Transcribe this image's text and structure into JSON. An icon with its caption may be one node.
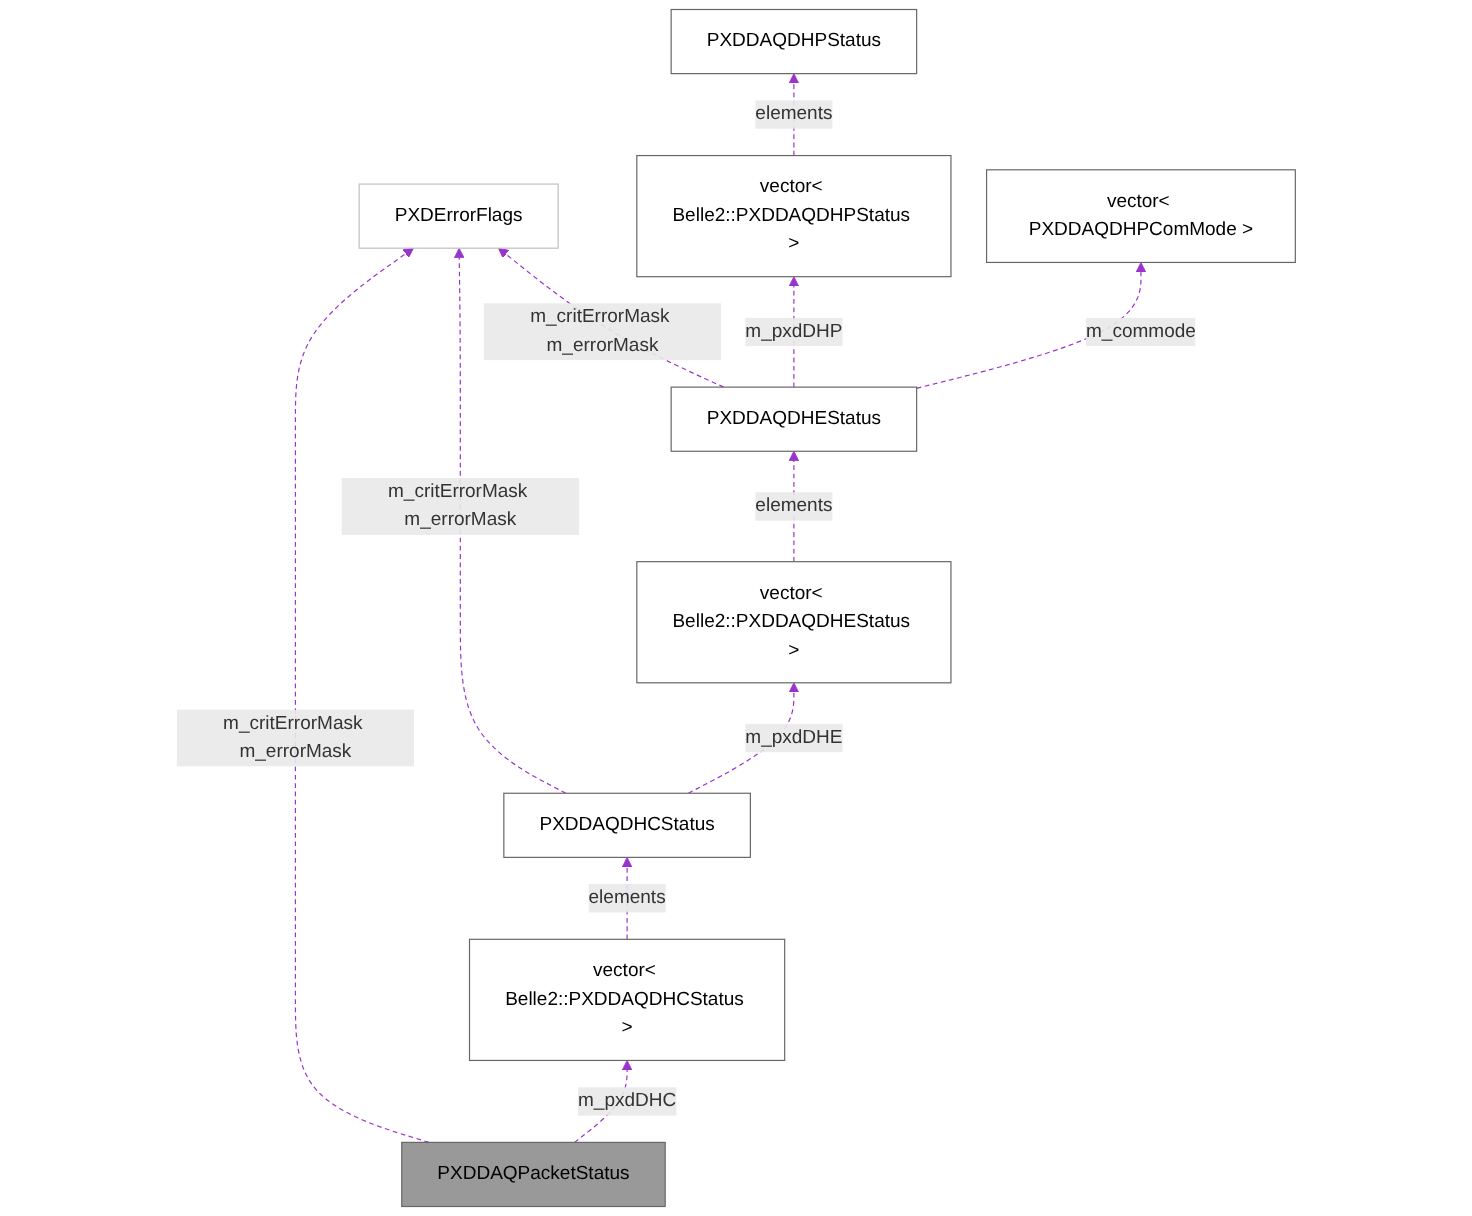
{
  "diagram": {
    "nodes": [
      {
        "text": [
          "PXDDAQDHPStatus"
        ]
      },
      {
        "text": [
          "PXDErrorFlags"
        ]
      },
      {
        "text": [
          "vector< Belle2::PXDDAQDHPStatus >"
        ]
      },
      {
        "text": [
          "vector< PXDDAQDHPComMode >"
        ]
      },
      {
        "text": [
          "PXDDAQDHEStatus"
        ]
      },
      {
        "text": [
          "vector< Belle2::PXDDAQDHEStatus >"
        ]
      },
      {
        "text": [
          "PXDDAQDHCStatus"
        ]
      },
      {
        "text": [
          "vector< Belle2::PXDDAQDHCStatus >"
        ]
      },
      {
        "text": [
          "PXDDAQPacketStatus"
        ]
      }
    ],
    "edges": [
      {
        "from": 2,
        "to": 0,
        "arrow": "to",
        "label": "elements",
        "style": "dashed"
      },
      {
        "from": 4,
        "to": 1,
        "arrow": "to",
        "label": "m_critErrorMask m_errorMask",
        "style": "dashed"
      },
      {
        "from": 4,
        "to": 2,
        "arrow": "to",
        "label": "m_pxdDHP",
        "style": "dashed"
      },
      {
        "from": 4,
        "to": 3,
        "arrow": "to",
        "label": "m_commode",
        "style": "dashed"
      },
      {
        "from": 5,
        "to": 4,
        "arrow": "to",
        "label": "elements",
        "style": "dashed"
      },
      {
        "from": 6,
        "to": 1,
        "arrow": "to",
        "label": "m_critErrorMask m_errorMask",
        "style": "dashed"
      },
      {
        "from": 6,
        "to": 5,
        "arrow": "to",
        "label": "m_pxdDHE",
        "style": "dashed"
      },
      {
        "from": 7,
        "to": 6,
        "arrow": "to",
        "label": "elements",
        "style": "dashed"
      },
      {
        "from": 8,
        "to": 1,
        "arrow": "to",
        "label": "m_critErrorMask m_errorMask",
        "style": "dashed"
      },
      {
        "from": 8,
        "to": 7,
        "arrow": "to",
        "label": "m_pxdDHC",
        "style": "dashed"
      }
    ]
  }
}
